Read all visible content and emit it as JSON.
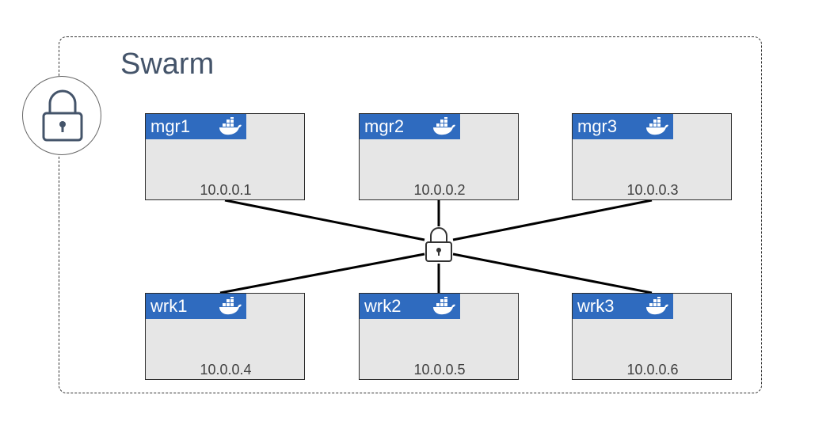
{
  "diagram": {
    "title": "Swarm",
    "nodes": [
      {
        "name": "mgr1",
        "ip": "10.0.0.1",
        "icon": "docker-whale-icon"
      },
      {
        "name": "mgr2",
        "ip": "10.0.0.2",
        "icon": "docker-whale-icon"
      },
      {
        "name": "mgr3",
        "ip": "10.0.0.3",
        "icon": "docker-whale-icon"
      },
      {
        "name": "wrk1",
        "ip": "10.0.0.4",
        "icon": "docker-whale-icon"
      },
      {
        "name": "wrk2",
        "ip": "10.0.0.5",
        "icon": "docker-whale-icon"
      },
      {
        "name": "wrk3",
        "ip": "10.0.0.6",
        "icon": "docker-whale-icon"
      }
    ],
    "hub": {
      "icon": "padlock-icon"
    },
    "badge": {
      "icon": "padlock-icon"
    },
    "connections": [
      {
        "from": "mgr1",
        "to": "hub"
      },
      {
        "from": "mgr2",
        "to": "hub"
      },
      {
        "from": "mgr3",
        "to": "hub"
      },
      {
        "from": "wrk1",
        "to": "hub"
      },
      {
        "from": "wrk2",
        "to": "hub"
      },
      {
        "from": "wrk3",
        "to": "hub"
      }
    ],
    "colors": {
      "node_header": "#2f6bbf",
      "node_fill": "#e6e6e6",
      "title": "#44546a"
    }
  }
}
